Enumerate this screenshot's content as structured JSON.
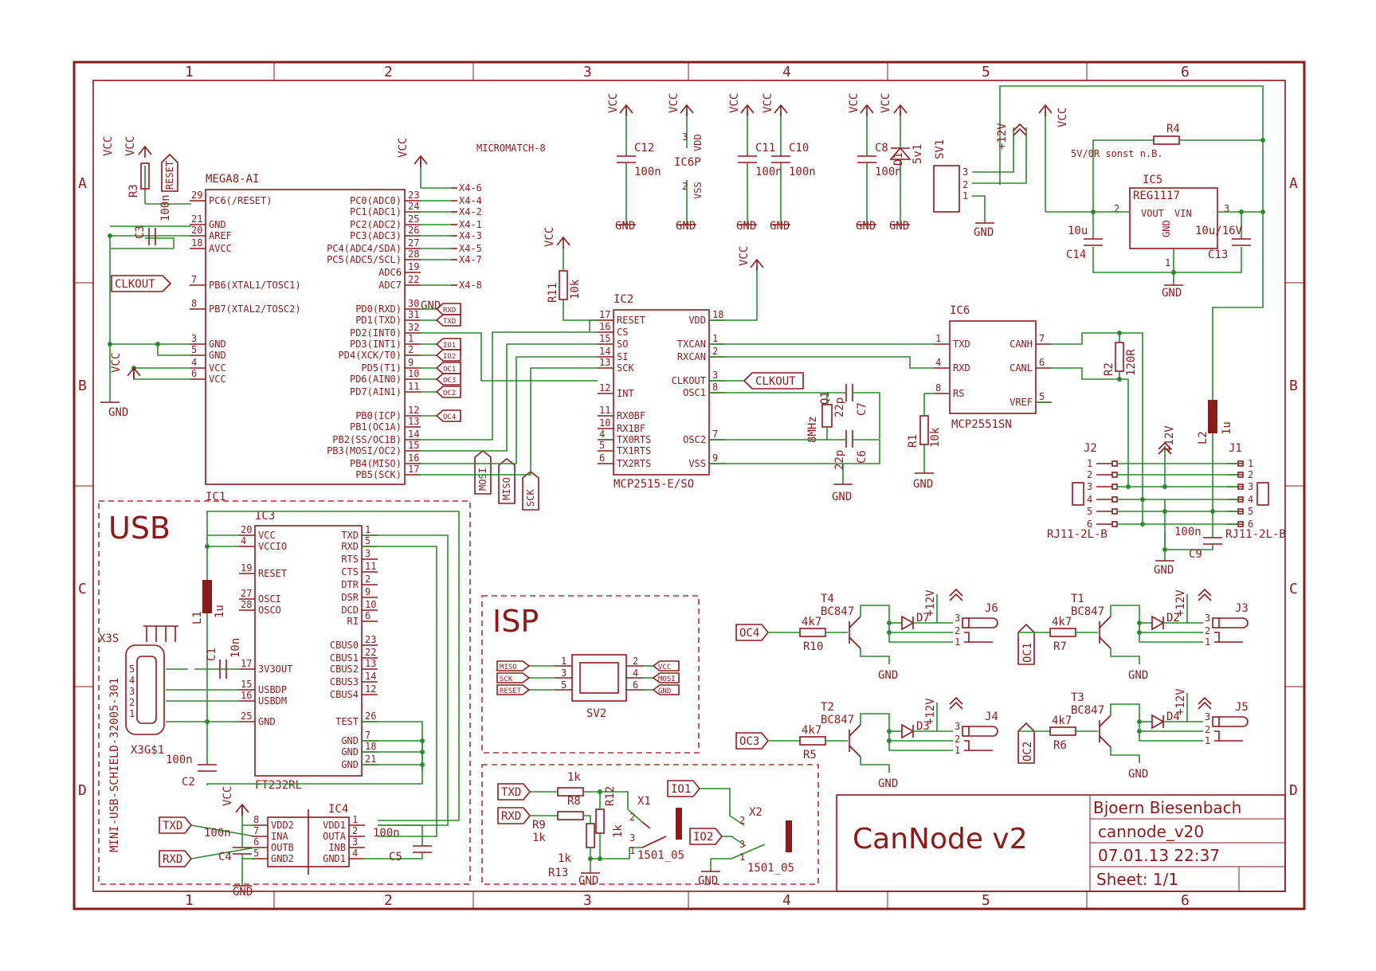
{
  "zones": {
    "cols": [
      "1",
      "2",
      "3",
      "4",
      "5",
      "6"
    ],
    "rows": [
      "A",
      "B",
      "C",
      "D"
    ]
  },
  "title_block": {
    "author": "Bjoern Biesenbach",
    "title": "CanNode v2",
    "file": "cannode_v20",
    "date": "07.01.13 22:37",
    "sheet": "Sheet: 1/1"
  },
  "sections": {
    "usb": "USB",
    "isp": "ISP"
  },
  "ic1": {
    "ref": "IC1",
    "name": "MEGA8-AI",
    "connector": "MICROMATCH-8",
    "left_pins": [
      {
        "num": "29",
        "name": "PC6(/RESET)"
      },
      {
        "num": "21",
        "name": "GND"
      },
      {
        "num": "20",
        "name": "AREF"
      },
      {
        "num": "18",
        "name": "AVCC"
      },
      {
        "num": "7",
        "name": "PB6(XTAL1/TOSC1)"
      },
      {
        "num": "8",
        "name": "PB7(XTAL2/TOSC2)"
      },
      {
        "num": "3",
        "name": "GND"
      },
      {
        "num": "5",
        "name": "GND"
      },
      {
        "num": "4",
        "name": "VCC"
      },
      {
        "num": "6",
        "name": "VCC"
      }
    ],
    "right_pins": [
      {
        "num": "23",
        "name": "PC0(ADC0)"
      },
      {
        "num": "24",
        "name": "PC1(ADC1)"
      },
      {
        "num": "25",
        "name": "PC2(ADC2)"
      },
      {
        "num": "26",
        "name": "PC3(ADC3)"
      },
      {
        "num": "27",
        "name": "PC4(ADC4/SDA)"
      },
      {
        "num": "28",
        "name": "PC5(ADC5/SCL)"
      },
      {
        "num": "19",
        "name": "ADC6"
      },
      {
        "num": "22",
        "name": "ADC7"
      },
      {
        "num": "30",
        "name": "PD0(RXD)"
      },
      {
        "num": "31",
        "name": "PD1(TXD)"
      },
      {
        "num": "32",
        "name": "PD2(INT0)"
      },
      {
        "num": "1",
        "name": "PD3(INT1)"
      },
      {
        "num": "2",
        "name": "PD4(XCK/T0)"
      },
      {
        "num": "9",
        "name": "PD5(T1)"
      },
      {
        "num": "10",
        "name": "PD6(AIN0)"
      },
      {
        "num": "11",
        "name": "PD7(AIN1)"
      },
      {
        "num": "12",
        "name": "PB0(ICP)"
      },
      {
        "num": "13",
        "name": "PB1(OC1A)"
      },
      {
        "num": "14",
        "name": "PB2(SS/OC1B)"
      },
      {
        "num": "15",
        "name": "PB3(MOSI/OC2)"
      },
      {
        "num": "16",
        "name": "PB4(MISO)"
      },
      {
        "num": "17",
        "name": "PB5(SCK)"
      }
    ],
    "x4": [
      "X4-6",
      "X4-4",
      "X4-2",
      "X4-1",
      "X4-3",
      "X4-5",
      "X4-7",
      "X4-8"
    ]
  },
  "ic2": {
    "ref": "IC2",
    "name": "MCP2515-E/SO",
    "left_pins": [
      {
        "num": "17",
        "name": "RESET"
      },
      {
        "num": "16",
        "name": "CS"
      },
      {
        "num": "15",
        "name": "SO"
      },
      {
        "num": "14",
        "name": "SI"
      },
      {
        "num": "13",
        "name": "SCK"
      },
      {
        "num": "12",
        "name": "INT"
      },
      {
        "num": "11",
        "name": "RX0BF"
      },
      {
        "num": "10",
        "name": "RX1BF"
      },
      {
        "num": "4",
        "name": "TX0RTS"
      },
      {
        "num": "5",
        "name": "TX1RTS"
      },
      {
        "num": "6",
        "name": "TX2RTS"
      }
    ],
    "right_pins": [
      {
        "num": "18",
        "name": "VDD"
      },
      {
        "num": "1",
        "name": "TXCAN"
      },
      {
        "num": "2",
        "name": "RXCAN"
      },
      {
        "num": "3",
        "name": "CLKOUT"
      },
      {
        "num": "8",
        "name": "OSC1"
      },
      {
        "num": "7",
        "name": "OSC2"
      },
      {
        "num": "9",
        "name": "VSS"
      }
    ]
  },
  "ic3": {
    "ref": "IC3",
    "name": "FT232RL",
    "left_pins": [
      {
        "num": "20",
        "name": "VCC"
      },
      {
        "num": "4",
        "name": "VCCIO"
      },
      {
        "num": "19",
        "name": "RESET"
      },
      {
        "num": "27",
        "name": "OSCI"
      },
      {
        "num": "28",
        "name": "OSCO"
      },
      {
        "num": "17",
        "name": "3V3OUT"
      },
      {
        "num": "15",
        "name": "USBDP"
      },
      {
        "num": "16",
        "name": "USBDM"
      },
      {
        "num": "25",
        "name": "GND"
      }
    ],
    "right_pins": [
      {
        "num": "1",
        "name": "TXD"
      },
      {
        "num": "5",
        "name": "RXD"
      },
      {
        "num": "3",
        "name": "RTS"
      },
      {
        "num": "11",
        "name": "CTS"
      },
      {
        "num": "2",
        "name": "DTR"
      },
      {
        "num": "9",
        "name": "DSR"
      },
      {
        "num": "10",
        "name": "DCD"
      },
      {
        "num": "6",
        "name": "RI"
      },
      {
        "num": "23",
        "name": "CBUS0"
      },
      {
        "num": "22",
        "name": "CBUS1"
      },
      {
        "num": "13",
        "name": "CBUS2"
      },
      {
        "num": "14",
        "name": "CBUS3"
      },
      {
        "num": "12",
        "name": "CBUS4"
      },
      {
        "num": "26",
        "name": "TEST"
      },
      {
        "num": "7",
        "name": "GND"
      },
      {
        "num": "18",
        "name": "GND"
      },
      {
        "num": "21",
        "name": "GND"
      }
    ]
  },
  "ic4": {
    "ref": "IC4",
    "left_pins": [
      {
        "num": "8",
        "name": "VDD2"
      },
      {
        "num": "7",
        "name": "INA"
      },
      {
        "num": "6",
        "name": "OUTB"
      },
      {
        "num": "5",
        "name": "GND2"
      }
    ],
    "right_pins": [
      {
        "num": "1",
        "name": "VDD1"
      },
      {
        "num": "2",
        "name": "OUTA"
      },
      {
        "num": "3",
        "name": "INB"
      },
      {
        "num": "4",
        "name": "GND1"
      }
    ]
  },
  "ic5": {
    "ref": "IC5",
    "name": "REG1117",
    "vout": "VOUT",
    "vin": "VIN",
    "gnd": "GND",
    "pins": [
      "2",
      "3",
      "1"
    ]
  },
  "ic6": {
    "ref": "IC6",
    "name": "MCP2551SN",
    "left_pins": [
      {
        "num": "1",
        "name": "TXD"
      },
      {
        "num": "4",
        "name": "RXD"
      },
      {
        "num": "8",
        "name": "RS"
      }
    ],
    "right_pins": [
      {
        "num": "7",
        "name": "CANH"
      },
      {
        "num": "6",
        "name": "CANL"
      },
      {
        "num": "5",
        "name": "VREF"
      }
    ]
  },
  "power": {
    "vcc": "VCC",
    "gnd": "GND",
    "p12": "+12V"
  },
  "ic6p": {
    "ref": "IC6P",
    "vdd": "VDD",
    "vss": "VSS",
    "n3": "3",
    "n2": "2"
  },
  "labels": {
    "reset": "RESET",
    "clkout": "CLKOUT",
    "rxd": "RXD",
    "txd": "TXD",
    "io1": "IO1",
    "io2": "IO2",
    "oc1": "OC1",
    "oc2": "OC2",
    "oc3": "OC3",
    "oc4": "OC4",
    "mosi": "MOSI",
    "miso": "MISO",
    "sck": "SCK"
  },
  "caps": {
    "c1": "C1",
    "c1v": "10n",
    "c2": "C2",
    "c2v": "100n",
    "c3": "C3",
    "c3v": "100n",
    "c4": "C4",
    "c4v": "100n",
    "c5": "C5",
    "c5v": "100n",
    "c6": "C6",
    "c7": "C7",
    "c6v": "22p",
    "c7v": "22p",
    "c8": "C8",
    "c8v": "100n",
    "c9": "C9",
    "c9v": "100n",
    "c10": "C10",
    "c10v": "100n",
    "c11": "C11",
    "c11v": "100n",
    "c12": "C12",
    "c12v": "100n",
    "c13": "C13",
    "c13v": "10u/16V",
    "c14": "C14",
    "c14v": "10u"
  },
  "res": {
    "r1": "R1",
    "r1v": "10k",
    "r2": "R2",
    "r2v": "120R",
    "r3": "R3",
    "r4": "R4",
    "r4note": "5V/0R sonst n.B.",
    "r5": "R5",
    "r6": "R6",
    "r7": "R7",
    "r10": "R10",
    "r4k7": "4k7",
    "r8": "R8",
    "r9": "R9",
    "r11": "R11",
    "r11v": "10k",
    "r12": "R12",
    "r13": "R13",
    "r1k": "1k"
  },
  "misc": {
    "q1": "Q1",
    "q1v": "8MHz",
    "l1": "L1",
    "l1v": "1u",
    "l2": "L2",
    "l2v": "1u",
    "d1": "D1",
    "d1v": "5v1",
    "sv1": "SV1",
    "sv2": "SV2",
    "j1": "J1",
    "j2": "J2",
    "rj11": "RJ11-2L-B",
    "j3": "J3",
    "j4": "J4",
    "j5": "J5",
    "j6": "J6",
    "d2": "D2",
    "d3": "D3",
    "d4": "D4",
    "d7": "D7",
    "t1": "T1",
    "t2": "T2",
    "t3": "T3",
    "t4": "T4",
    "bc847": "BC847",
    "x1": "X1",
    "x2": "X2",
    "relay": "1501_05",
    "x3s": "X3S",
    "x3g": "X3G$1",
    "usbconn": "MINI-USB-SCHIELD-32005-301"
  },
  "isp_pins": {
    "left": [
      {
        "num": "1",
        "label": "MISO"
      },
      {
        "num": "3",
        "label": "SCK"
      },
      {
        "num": "5",
        "label": "RESET"
      }
    ],
    "right": [
      {
        "num": "2",
        "label": "VCC"
      },
      {
        "num": "4",
        "label": "MOSI"
      },
      {
        "num": "6",
        "label": "GND"
      }
    ]
  }
}
